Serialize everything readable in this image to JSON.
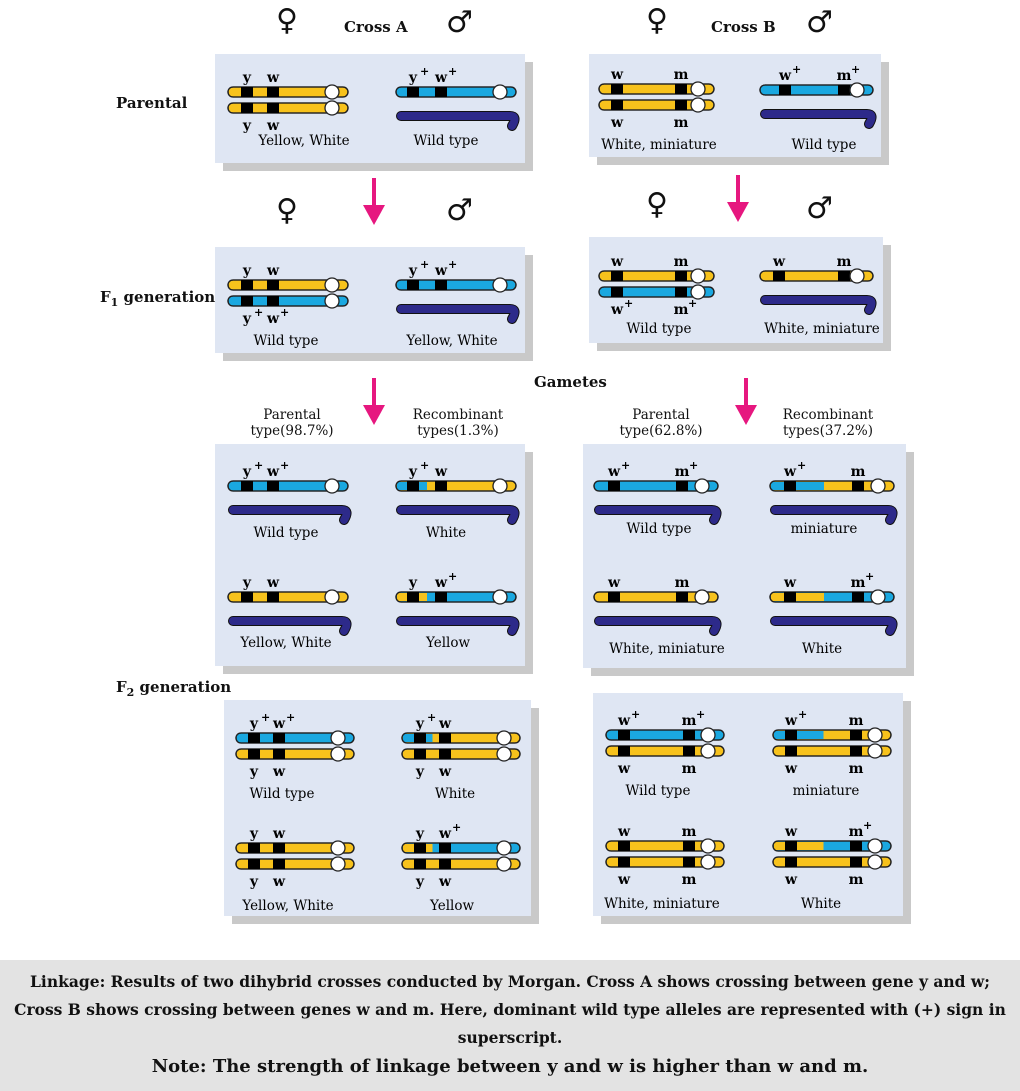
{
  "header": {
    "cross_a": "Cross A",
    "cross_b": "Cross B",
    "female_symbol": "♀",
    "male_symbol": "♂"
  },
  "row_labels": {
    "parental": "Parental",
    "f1_prefix": "F",
    "f1_sub": "1",
    "f1_suffix": " generation",
    "gametes": "Gametes",
    "f2_prefix": "F",
    "f2_sub": "2",
    "f2_suffix": " generation"
  },
  "gamete_headers": {
    "a_parental": [
      "Parental",
      "type(98.7%)"
    ],
    "a_recombinant": [
      "Recombinant",
      "types(1.3%)"
    ],
    "b_parental": [
      "Parental",
      "type(62.8%)"
    ],
    "b_recombinant": [
      "Recombinant",
      "types(37.2%)"
    ]
  },
  "colors": {
    "mutant_allele": "#f7c21c",
    "wildtype_allele": "#1aa8e0",
    "y_chromosome": "#2d2a8a",
    "arrow": "#e6177f",
    "panel": "#dfe6f3"
  },
  "cross_a": {
    "parental": [
      {
        "kind": "female",
        "top": [
          "y",
          "w"
        ],
        "bottom": [
          "y",
          "w"
        ],
        "phenotype": "Yellow, White"
      },
      {
        "kind": "male",
        "top": [
          "y+",
          "w+"
        ],
        "phenotype": "Wild type"
      }
    ],
    "f1": [
      {
        "kind": "female",
        "top": [
          "y",
          "w"
        ],
        "bottom": [
          "y+",
          "w+"
        ],
        "phenotype": "Wild type"
      },
      {
        "kind": "male",
        "top": [
          "y+",
          "w+"
        ],
        "phenotype": "Yellow, White"
      }
    ],
    "gametes": [
      {
        "label": [
          "y+",
          "w+"
        ],
        "phenotype": "Wild type"
      },
      {
        "label": [
          "y+",
          "w"
        ],
        "phenotype": "White"
      },
      {
        "label": [
          "y",
          "w"
        ],
        "phenotype": "Yellow, White"
      },
      {
        "label": [
          "y",
          "w+"
        ],
        "phenotype": "Yellow"
      }
    ],
    "f2": [
      {
        "top": [
          "y+",
          "w+"
        ],
        "bottom": [
          "y",
          "w"
        ],
        "phenotype": "Wild type"
      },
      {
        "top": [
          "y+",
          "w"
        ],
        "bottom": [
          "y",
          "w"
        ],
        "phenotype": "White"
      },
      {
        "top": [
          "y",
          "w"
        ],
        "bottom": [
          "y",
          "w"
        ],
        "phenotype": "Yellow, White"
      },
      {
        "top": [
          "y",
          "w+"
        ],
        "bottom": [
          "y",
          "w"
        ],
        "phenotype": "Yellow"
      }
    ]
  },
  "cross_b": {
    "parental": [
      {
        "kind": "female",
        "top": [
          "w",
          "m"
        ],
        "bottom": [
          "w",
          "m"
        ],
        "phenotype": "White, miniature"
      },
      {
        "kind": "male",
        "top": [
          "w+",
          "m+"
        ],
        "phenotype": "Wild type"
      }
    ],
    "f1": [
      {
        "kind": "female",
        "top": [
          "w",
          "m"
        ],
        "bottom": [
          "w+",
          "m+"
        ],
        "phenotype": "Wild type"
      },
      {
        "kind": "male",
        "top": [
          "w",
          "m"
        ],
        "phenotype": "White, miniature"
      }
    ],
    "gametes": [
      {
        "label": [
          "w+",
          "m+"
        ],
        "phenotype": "Wild type"
      },
      {
        "label": [
          "w+",
          "m"
        ],
        "phenotype": "miniature"
      },
      {
        "label": [
          "w",
          "m"
        ],
        "phenotype": "White, miniature"
      },
      {
        "label": [
          "w",
          "m+"
        ],
        "phenotype": "White"
      }
    ],
    "f2": [
      {
        "top": [
          "w+",
          "m+"
        ],
        "bottom": [
          "w",
          "m"
        ],
        "phenotype": "Wild type"
      },
      {
        "top": [
          "w+",
          "m"
        ],
        "bottom": [
          "w",
          "m"
        ],
        "phenotype": "miniature"
      },
      {
        "top": [
          "w",
          "m"
        ],
        "bottom": [
          "w",
          "m"
        ],
        "phenotype": "White, miniature"
      },
      {
        "top": [
          "w",
          "m+"
        ],
        "bottom": [
          "w",
          "m"
        ],
        "phenotype": "White"
      }
    ]
  },
  "caption": {
    "line1": "Linkage: Results of two dihybrid crosses conducted by Morgan. Cross A shows crossing between gene y and w;",
    "line2": "Cross B shows crossing between genes w and m. Here, dominant wild type alleles are represented with (+) sign in",
    "line3": "superscript.",
    "note": "Note: The strength of linkage between y and w is higher than w and m."
  }
}
